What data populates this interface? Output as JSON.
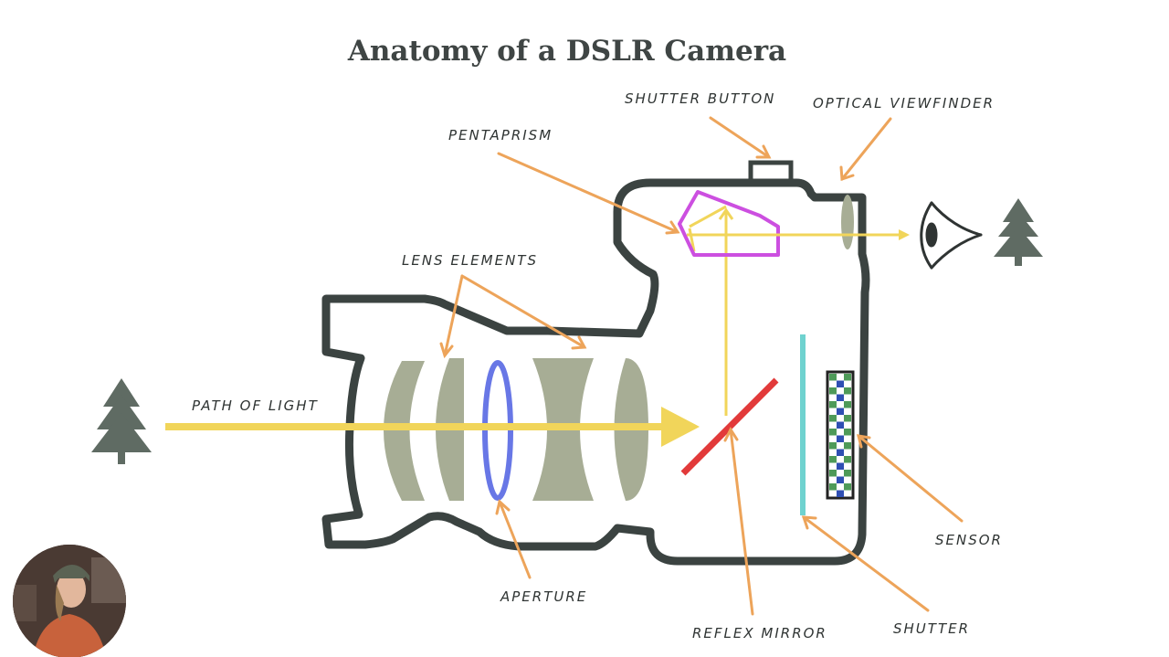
{
  "title": "Anatomy of a DSLR Camera",
  "labels": {
    "shutter_button": "SHUTTER BUTTON",
    "optical_viewfinder": "OPTICAL VIEWFINDER",
    "pentaprism": "PENTAPRISM",
    "lens_elements": "LENS ELEMENTS",
    "path_of_light": "PATH OF LIGHT",
    "aperture": "APERTURE",
    "reflex_mirror": "REFLEX MIRROR",
    "shutter": "SHUTTER",
    "sensor": "SENSOR"
  },
  "colors": {
    "outline": "#3b4341",
    "light_path": "#f1d55a",
    "callout": "#eda45a",
    "lens": "#a7ad95",
    "aperture": "#6877e6",
    "mirror": "#e23a3a",
    "shutter": "#6fd2cf",
    "pentaprism": "#cc4fe0",
    "tree": "#5f6b63",
    "sensor_red": "#d9403a",
    "sensor_green": "#4e9a58",
    "sensor_blue": "#2f4fb3"
  }
}
